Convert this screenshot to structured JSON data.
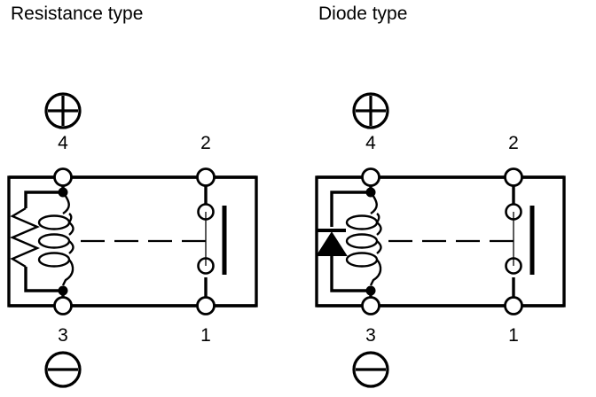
{
  "figure": {
    "kind": "relay-coil-schematic-pair",
    "background_color": "#ffffff",
    "line_color": "#000000"
  },
  "diagrams": [
    {
      "id": "resistance-type",
      "title": "Resistance type",
      "coil_suppressor": "resistor",
      "polarity": {
        "plus_symbol": "circled-plus",
        "minus_symbol": "circled-minus",
        "plus_pin": "4",
        "minus_pin": "3"
      },
      "terminals": [
        {
          "number": "4",
          "position": "top-left"
        },
        {
          "number": "2",
          "position": "top-right"
        },
        {
          "number": "3",
          "position": "bottom-left"
        },
        {
          "number": "1",
          "position": "bottom-right"
        }
      ]
    },
    {
      "id": "diode-type",
      "title": "Diode type",
      "coil_suppressor": "diode",
      "polarity": {
        "plus_symbol": "circled-plus",
        "minus_symbol": "circled-minus",
        "plus_pin": "4",
        "minus_pin": "3"
      },
      "terminals": [
        {
          "number": "4",
          "position": "top-left"
        },
        {
          "number": "2",
          "position": "top-right"
        },
        {
          "number": "3",
          "position": "bottom-left"
        },
        {
          "number": "1",
          "position": "bottom-right"
        }
      ]
    }
  ]
}
